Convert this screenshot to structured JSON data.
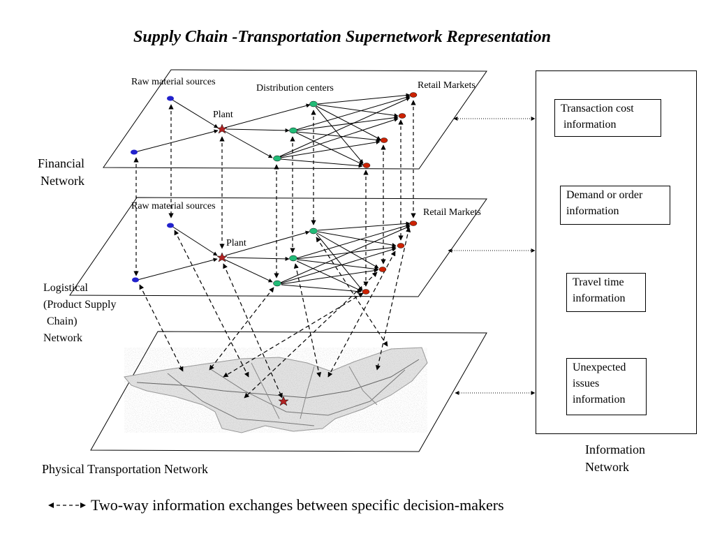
{
  "title": "Supply Chain -Transportation Supernetwork Representation",
  "financial_layer": {
    "raw_material_label": "Raw material sources",
    "distribution_label": "Distribution centers",
    "plant_label": "Plant",
    "retail_label": "Retail Markets",
    "network_label_line1": "Financial",
    "network_label_line2": "Network"
  },
  "logistical_layer": {
    "raw_material_label": "Raw material sources",
    "plant_label": "Plant",
    "retail_label": "Retail Markets",
    "network_label_lines": [
      "Logistical",
      "(Product Supply",
      "Chain)",
      "Network"
    ]
  },
  "physical_layer": {
    "label": "Physical Transportation Network"
  },
  "information_network": {
    "label_line1": "Information",
    "label_line2": "Network",
    "boxes": [
      [
        "Transaction cost",
        "information"
      ],
      [
        "Demand or order",
        "information"
      ],
      [
        "Travel time",
        "information"
      ],
      [
        "Unexpected",
        "issues",
        "information"
      ]
    ]
  },
  "legend": {
    "text": "Two-way information exchanges between specific decision-makers"
  },
  "colors": {
    "raw_material_node": "#2222cc",
    "plant_node": "#b22222",
    "distribution_node": "#22bb77",
    "retail_node": "#cc2200"
  }
}
